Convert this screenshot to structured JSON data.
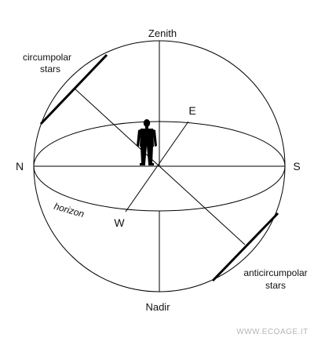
{
  "labels": {
    "zenith": "Zenith",
    "nadir": "Nadir",
    "north": "N",
    "south": "S",
    "east": "E",
    "west": "W",
    "horizon": "horizon",
    "circumpolar_line1": "circumpolar",
    "circumpolar_line2": "stars",
    "anticircumpolar_line1": "anticircumpolar",
    "anticircumpolar_line2": "stars"
  },
  "watermark": "WWW.ECOAGE.IT",
  "colors": {
    "line": "#000000",
    "watermark": "#b5b5b5",
    "background": "#ffffff"
  },
  "icons": {
    "observer": "person-silhouette-icon"
  }
}
